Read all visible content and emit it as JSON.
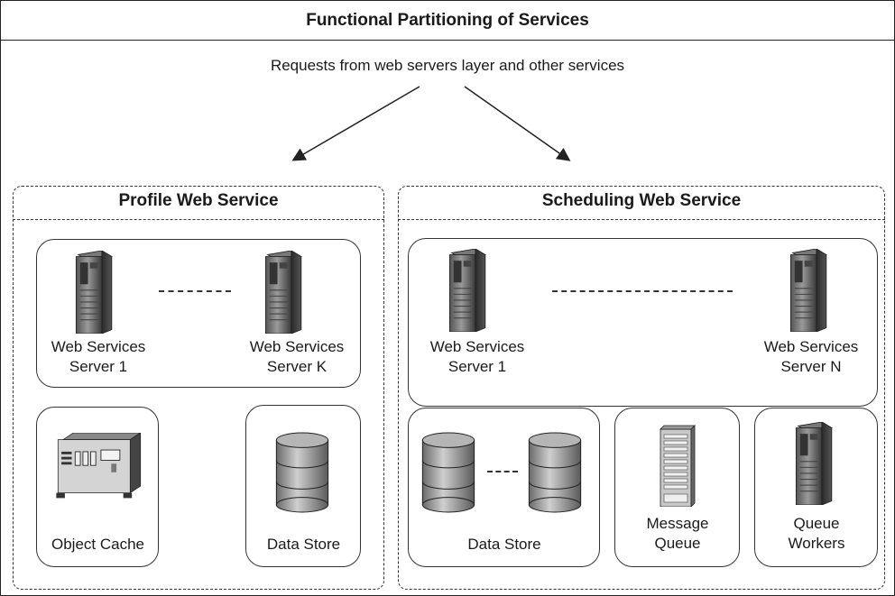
{
  "title": "Functional Partitioning of Services",
  "subtitle": "Requests from web servers layer and other services",
  "profile": {
    "title": "Profile Web Service",
    "server_first": [
      "Web Services",
      "Server 1"
    ],
    "server_last": [
      "Web Services",
      "Server K"
    ],
    "object_cache": "Object Cache",
    "data_store": "Data Store"
  },
  "scheduling": {
    "title": "Scheduling Web Service",
    "server_first": [
      "Web Services",
      "Server 1"
    ],
    "server_last": [
      "Web Services",
      "Server N"
    ],
    "data_store": "Data Store",
    "message_queue": [
      "Message",
      "Queue"
    ],
    "queue_workers": [
      "Queue",
      "Workers"
    ]
  }
}
